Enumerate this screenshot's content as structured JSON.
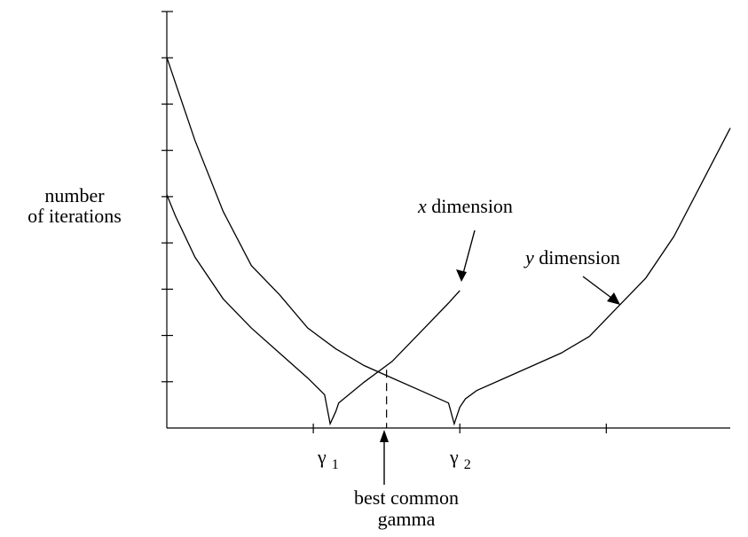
{
  "chart_data": {
    "type": "line",
    "ylabel": [
      "number",
      "of iterations"
    ],
    "xlim": [
      0,
      1
    ],
    "ylim": [
      0,
      1
    ],
    "grid": false,
    "series": [
      {
        "name": "x dimension",
        "x": [
          0.0,
          0.015,
          0.05,
          0.1,
          0.15,
          0.2,
          0.25,
          0.28,
          0.29,
          0.3,
          0.305,
          0.35,
          0.4,
          0.45,
          0.5,
          0.52
        ],
        "y": [
          0.56,
          0.51,
          0.41,
          0.31,
          0.24,
          0.18,
          0.12,
          0.08,
          0.01,
          0.04,
          0.06,
          0.11,
          0.16,
          0.23,
          0.3,
          0.33
        ]
      },
      {
        "name": "y dimension",
        "x": [
          0.0,
          0.015,
          0.05,
          0.1,
          0.15,
          0.2,
          0.25,
          0.3,
          0.35,
          0.4,
          0.45,
          0.5,
          0.51,
          0.52,
          0.53,
          0.55,
          0.6,
          0.65,
          0.7,
          0.75,
          0.8,
          0.85,
          0.9,
          0.95,
          1.0
        ],
        "y": [
          0.89,
          0.83,
          0.69,
          0.52,
          0.39,
          0.32,
          0.24,
          0.19,
          0.15,
          0.12,
          0.09,
          0.06,
          0.01,
          0.05,
          0.07,
          0.09,
          0.12,
          0.15,
          0.18,
          0.22,
          0.29,
          0.36,
          0.46,
          0.59,
          0.72
        ]
      }
    ],
    "annotations": {
      "x_label": {
        "italic": "x",
        "rest": " dimension"
      },
      "y_label": {
        "italic": "y",
        "rest": " dimension"
      },
      "gamma1": {
        "symbol": "γ",
        "sub": "1",
        "x": 0.29
      },
      "gamma2": {
        "symbol": "γ",
        "sub": "2",
        "x": 0.52
      },
      "best": {
        "line1": "best common",
        "line2": "gamma",
        "x": 0.39
      }
    },
    "y_ticks": 9,
    "x_ticks": [
      0.26,
      0.52,
      0.78
    ]
  }
}
